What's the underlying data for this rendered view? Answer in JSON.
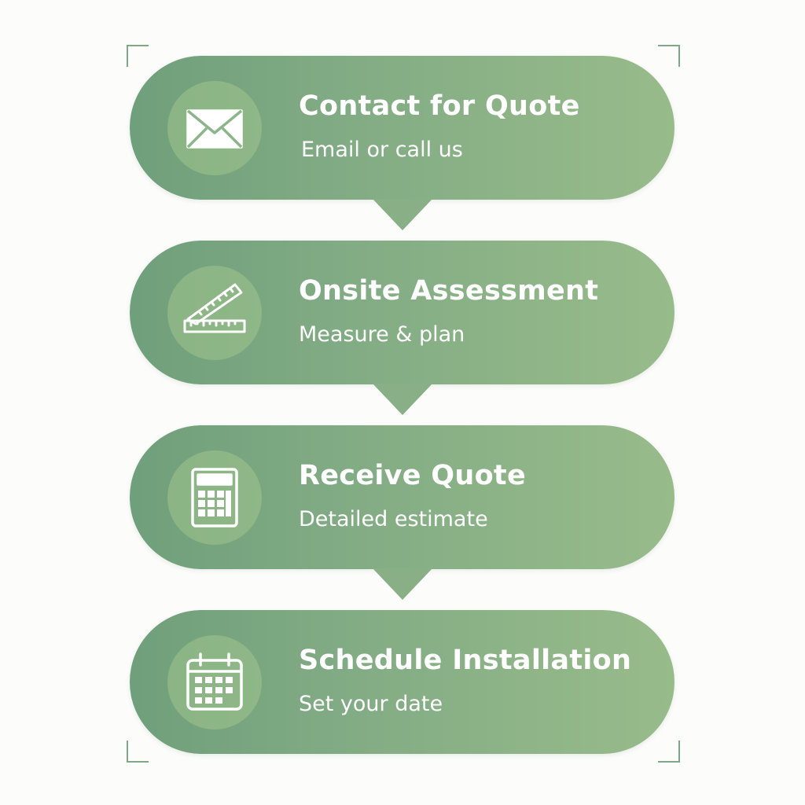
{
  "steps": [
    {
      "title": "Contact for Quote",
      "subtitle": "Email or call us",
      "icon": "envelope-icon"
    },
    {
      "title": "Onsite Assessment",
      "subtitle": "Measure & plan",
      "icon": "ruler-icon"
    },
    {
      "title": "Receive Quote",
      "subtitle": "Detailed estimate",
      "icon": "calculator-icon"
    },
    {
      "title": "Schedule Installation",
      "subtitle": "Set your date",
      "icon": "calendar-icon"
    }
  ],
  "colors": {
    "step_gradient_start": "#6f9f7b",
    "step_gradient_end": "#98bb8a",
    "icon_circle": "#a0c48c",
    "text": "#ffffff",
    "background": "#fcfcfb"
  }
}
